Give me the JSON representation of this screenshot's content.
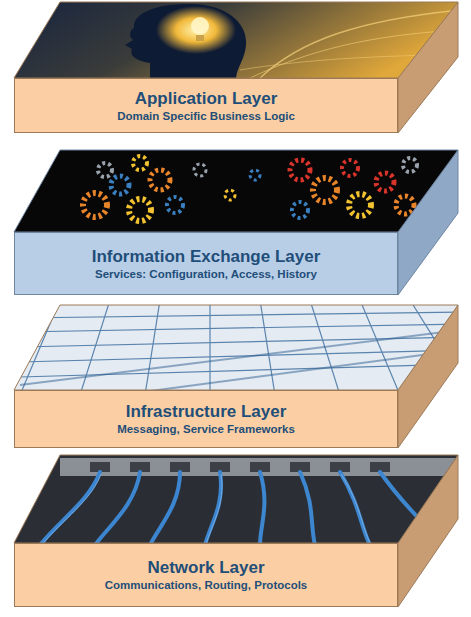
{
  "diagram": {
    "nodes": [
      {
        "text": [
          "Application Layer",
          "Domain Specific Business Logic"
        ]
      },
      {
        "text": [
          "Information Exchange Layer",
          "Services: Configuration, Access, History"
        ]
      },
      {
        "text": [
          "Infrastructure Layer",
          "Messaging, Service Frameworks"
        ]
      },
      {
        "text": [
          "Network Layer",
          "Communications, Routing, Protocols"
        ]
      }
    ]
  }
}
